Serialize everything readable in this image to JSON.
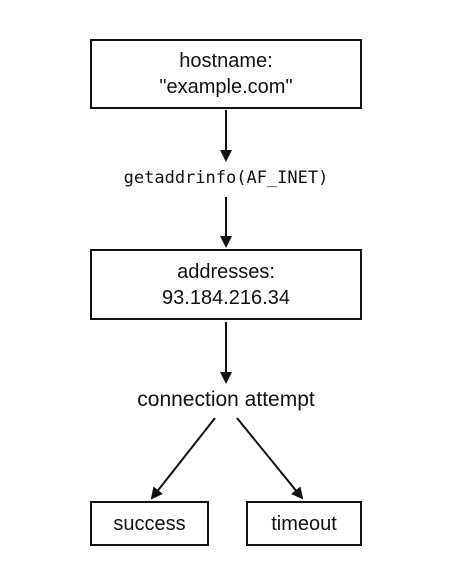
{
  "nodes": {
    "hostname": {
      "line1": "hostname:",
      "line2": "\"example.com\""
    },
    "resolver_call": "getaddrinfo(AF_INET)",
    "addresses": {
      "line1": "addresses:",
      "line2": "93.184.216.34"
    },
    "connection": "connection attempt",
    "success": "success",
    "timeout": "timeout"
  }
}
